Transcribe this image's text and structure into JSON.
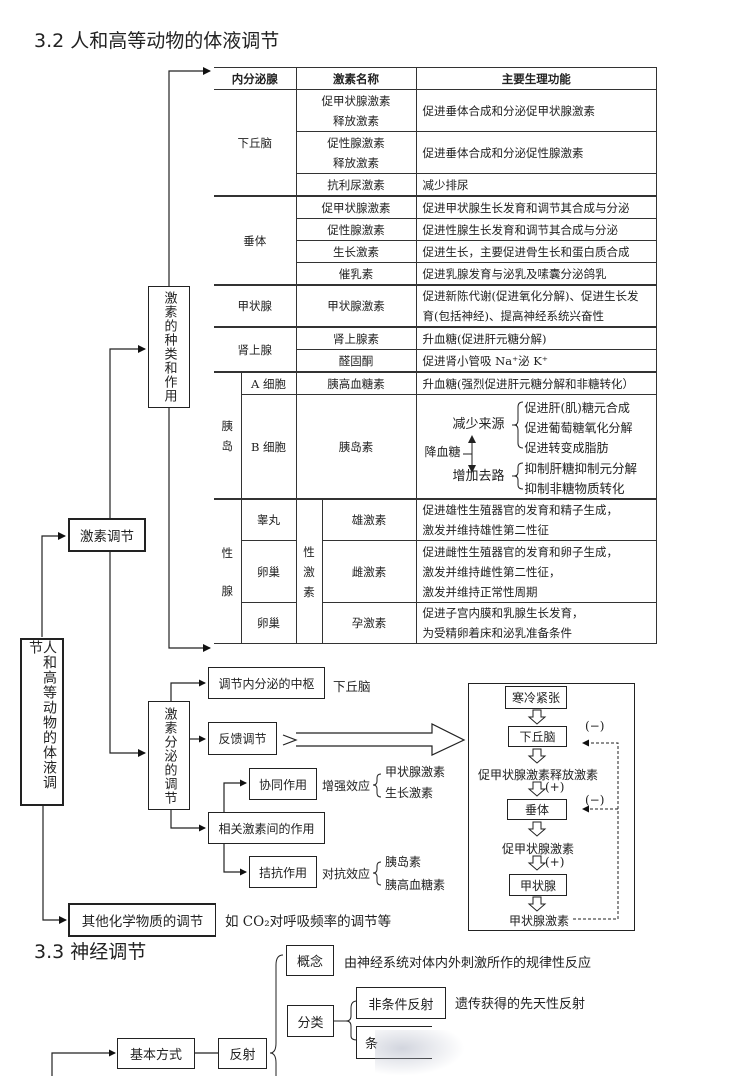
{
  "section_3_2": {
    "title": "3.2 人和高等动物的体液调节",
    "root_label": "人和高等动物的体液调节",
    "hormone_regulation_label": "激素调节",
    "types_and_functions_label": "激素的种类和作用",
    "secretion_regulation_label": "激素分泌的调节",
    "other_chemicals_label": "其他化学物质的调节",
    "other_chemicals_example": "如 CO₂对呼吸频率的调节等"
  },
  "table": {
    "headers": [
      "内分泌腺",
      "激素名称",
      "主要生理功能"
    ],
    "hypothalamus": {
      "gland": "下丘脑",
      "rows": [
        {
          "hormone_line1": "促甲状腺激素",
          "hormone_line2": "释放激素",
          "function": "促进垂体合成和分泌促甲状腺激素"
        },
        {
          "hormone_line1": "促性腺激素",
          "hormone_line2": "释放激素",
          "function": "促进垂体合成和分泌促性腺激素"
        },
        {
          "hormone": "抗利尿激素",
          "function": "减少排尿"
        }
      ]
    },
    "pituitary": {
      "gland": "垂体",
      "rows": [
        {
          "hormone": "促甲状腺激素",
          "function": "促进甲状腺生长发育和调节其合成与分泌"
        },
        {
          "hormone": "促性腺激素",
          "function": "促进性腺生长发育和调节其合成与分泌"
        },
        {
          "hormone": "生长激素",
          "function": "促进生长，主要促进骨生长和蛋白质合成"
        },
        {
          "hormone": "催乳素",
          "function": "促进乳腺发育与泌乳及嗉囊分泌鸽乳"
        }
      ]
    },
    "thyroid": {
      "gland": "甲状腺",
      "hormone": "甲状腺激素",
      "function_line1": "促进新陈代谢(促进氧化分解)、促进生长发",
      "function_line2": "育(包括神经)、提高神经系统兴奋性"
    },
    "adrenal": {
      "gland": "肾上腺",
      "rows": [
        {
          "hormone": "肾上腺素",
          "function": "升血糖(促进肝元糖分解)"
        },
        {
          "hormone": "醛固酮",
          "function": "促进肾小管吸 Na⁺泌 K⁺"
        }
      ]
    },
    "pancreas": {
      "gland_char1": "胰",
      "gland_char2": "岛",
      "a_cell": "A 细胞",
      "glucagon": "胰高血糖素",
      "glucagon_function": "升血糖(强烈促进肝元糖分解和非糖转化）",
      "b_cell": "B 细胞",
      "insulin": "胰岛素",
      "lower_blood_sugar": "降血糖",
      "reduce_sources": "减少来源",
      "reduce_items": [
        "促进肝(肌)糖元合成",
        "促进葡萄糖氧化分解",
        "促进转变成脂肪"
      ],
      "increase_outlets": "增加去路",
      "increase_items": [
        "抑制肝糖抑制元分解",
        "抑制非糖物质转化"
      ]
    },
    "gonads": {
      "gland_char1": "性",
      "gland_char2": "腺",
      "sex_hormone_label": [
        "性",
        "激",
        "素"
      ],
      "rows": [
        {
          "organ": "睾丸",
          "hormone": "雄激素",
          "function_lines": [
            "促进雄性生殖器官的发育和精子生成，",
            "激发并维持雄性第二性征"
          ]
        },
        {
          "organ": "卵巢",
          "hormone": "雌激素",
          "function_lines": [
            "促进雌性生殖器官的发育和卵子生成，",
            "激发并维持雌性第二性征，",
            "激发并维持正常性周期"
          ]
        },
        {
          "organ": "卵巢",
          "hormone": "孕激素",
          "function_lines": [
            "促进子宫内膜和乳腺生长发育，",
            "为受精卵着床和泌乳准备条件"
          ]
        }
      ]
    }
  },
  "secretion": {
    "center_label": "调节内分泌的中枢",
    "center_value": "下丘脑",
    "feedback_label": "反馈调节",
    "interaction_label": "相关激素间的作用",
    "synergy_label": "协同作用",
    "synergy_effect": "增强效应",
    "synergy_items": [
      "甲状腺激素",
      "生长激素"
    ],
    "antagonism_label": "拮抗作用",
    "antagonism_effect": "对抗效应",
    "antagonism_items": [
      "胰岛素",
      "胰高血糖素"
    ]
  },
  "feedback_diagram": {
    "stimulus": "寒冷紧张",
    "hypothalamus": "下丘脑",
    "trh": "促甲状腺激素释放激素",
    "pituitary": "垂体",
    "tsh": "促甲状腺激素",
    "thyroid": "甲状腺",
    "thyroxine": "甲状腺激素",
    "plus": "(+)",
    "minus": "(−)"
  },
  "section_3_3": {
    "title": "3.3 神经调节",
    "basic_mode": "基本方式",
    "reflex": "反射",
    "concept_label": "概念",
    "concept_text": "由神经系统对体内外刺激所作的规律性反应",
    "classification_label": "分类",
    "unconditioned_label": "非条件反射",
    "unconditioned_text": "遗传获得的先天性反射",
    "conditioned_label_partial": "条"
  }
}
